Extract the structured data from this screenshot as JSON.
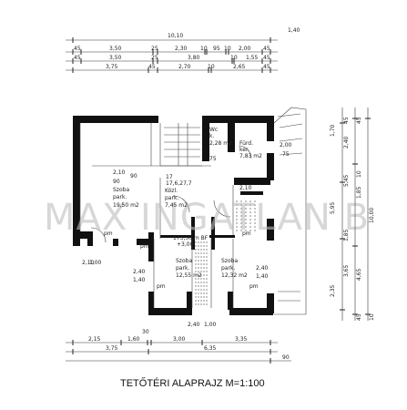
{
  "title": "TETŐTÉRI ALAPRAJZ M=1:100",
  "watermark": "MAX INGATLAN B",
  "dims_top": {
    "total": "10,10",
    "extra": "1,40",
    "row1": [
      "45",
      "3,50",
      "25",
      "2,30",
      "10",
      "95",
      "10",
      "2,00",
      "45"
    ],
    "row2": [
      "45",
      "3,50",
      "25",
      "3,80",
      "10",
      "1,55",
      "45"
    ],
    "row3": [
      "3,75",
      "45",
      "2,70",
      "10",
      "2,65",
      "45"
    ]
  },
  "dims_bottom": {
    "row1": [
      "2,15",
      "1,60",
      "3,00",
      "3,35"
    ],
    "row1_small": "30",
    "row2": [
      "3,75",
      "6,35"
    ],
    "row3": "90"
  },
  "dims_right": {
    "outer": [
      "1,70",
      "5,95",
      "2,35"
    ],
    "inner": [
      "45",
      "2,40",
      "5,45",
      "1,85",
      "10",
      "3,65"
    ],
    "extra": [
      "10,00",
      "4,65",
      "45",
      "45",
      "10"
    ]
  },
  "rooms": [
    {
      "name": "Szoba",
      "floor": "park.",
      "area": "19,50 m2",
      "sill": "2,10",
      "sill2": "90"
    },
    {
      "name": "Közl.",
      "floor": "park.",
      "area": "7,45 m2",
      "level": "17",
      "level2": "17,6,27,7"
    },
    {
      "name": "Wc",
      "floor": "k.",
      "area": "2,28 m2",
      "sill": "75"
    },
    {
      "name": "Fürd.",
      "floor": "ker.",
      "area": "7,83 m2",
      "sill": "2,00",
      "sill2": "75"
    },
    {
      "name": "Szoba",
      "floor": "park.",
      "area": "12,55 m2",
      "sill": "2,40",
      "sill2": "1,40"
    },
    {
      "name": "Szoba",
      "floor": "park.",
      "area": "12,32 m2",
      "sill": "2,40",
      "sill2": "1,40"
    }
  ],
  "annotations": {
    "total_area": "173,50 m BF",
    "height": "+3,00",
    "pm": "pm",
    "win_a": "2,40",
    "win_b": "1,00",
    "win_c": "90",
    "win_d": "2,10",
    "win_e": "1,40"
  }
}
